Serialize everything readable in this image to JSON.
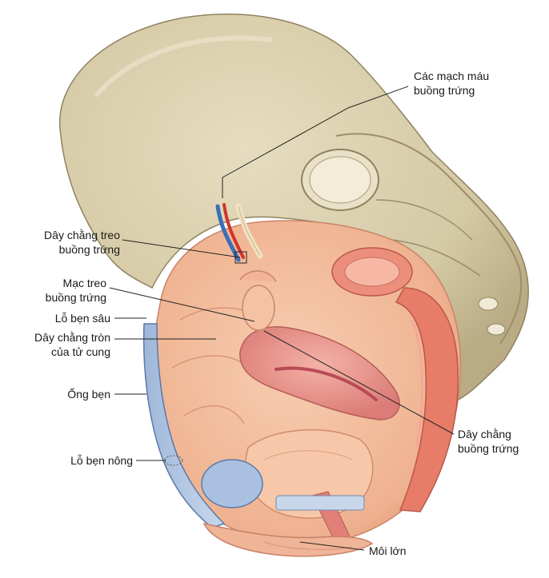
{
  "labels": {
    "ovarian_vessels": {
      "line1": "Các mạch máu",
      "line2": "buồng trứng"
    },
    "suspensory_ligament": {
      "line1": "Dây chằng treo",
      "line2": "buồng trứng"
    },
    "mesovarium": {
      "line1": "Mạc treo",
      "line2": "buồng trứng"
    },
    "deep_ring": {
      "text": "Lỗ bẹn sâu"
    },
    "round_ligament": {
      "line1": "Dây chằng tròn",
      "line2": "của tử cung"
    },
    "inguinal_canal": {
      "text": "Ống bẹn"
    },
    "superficial_ring": {
      "text": "Lỗ bẹn nông"
    },
    "ovarian_ligament": {
      "line1": "Dây chằng",
      "line2": "buồng trứng"
    },
    "labium_majus": {
      "text": "Môi lớn"
    }
  },
  "colors": {
    "bone": "#d9cfae",
    "bone_shadow": "#b7a983",
    "peritoneum": "#f2b998",
    "uterus": "#e88f8a",
    "rectum": "#e97d6b",
    "bladder": "#f7c6a8",
    "artery": "#d1352c",
    "vein": "#3b6fb6",
    "leader_line": "#222222"
  }
}
